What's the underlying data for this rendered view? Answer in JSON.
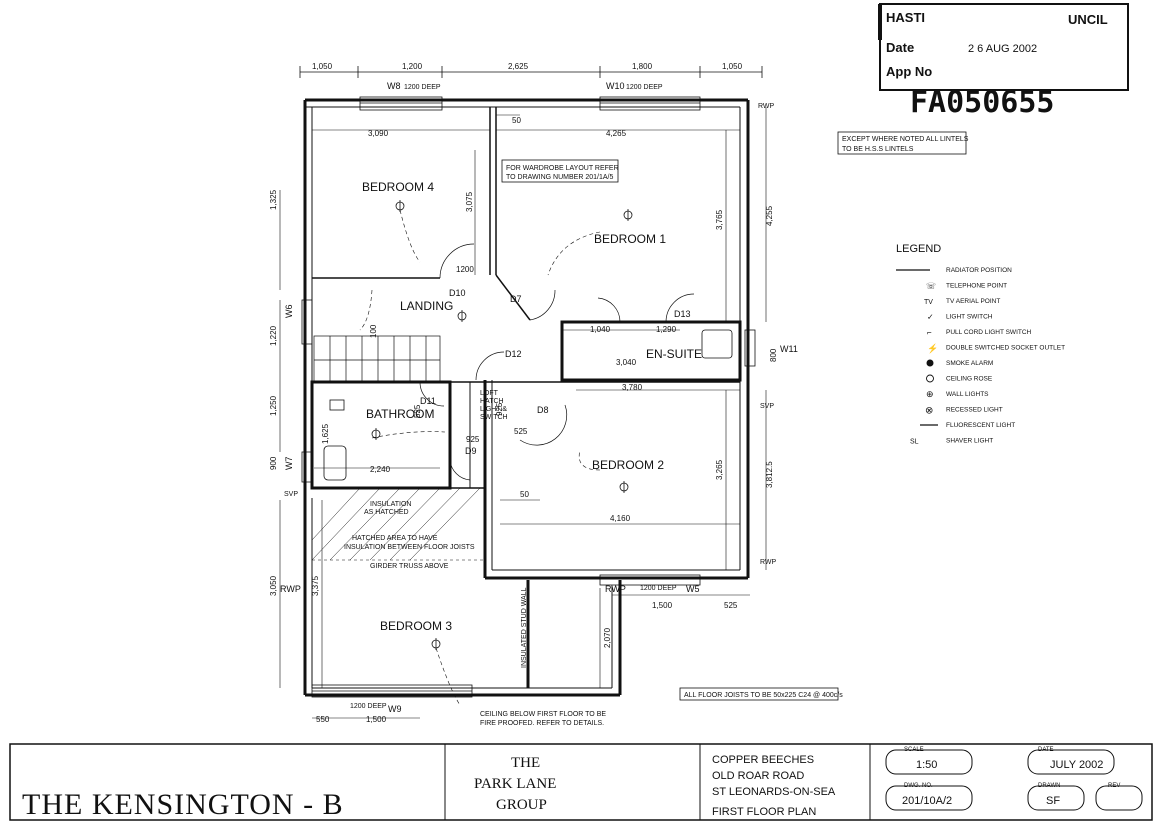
{
  "stamp": {
    "council_left": "HASTI",
    "council_right": "UNCIL",
    "date_label": "Date",
    "date_value": "2 6 AUG 2002",
    "app_label": "App No",
    "app_number": "FA050655"
  },
  "notes": {
    "lintels": [
      "EXCEPT WHERE NOTED ALL LINTELS",
      "TO BE H.S.S LINTELS"
    ],
    "wardrobe": [
      "FOR WARDROBE LAYOUT REFER",
      "TO DRAWING NUMBER 201/1A/5"
    ],
    "insulation": [
      "INSULATION",
      "AS HATCHED"
    ],
    "hatched": [
      "HATCHED AREA TO HAVE",
      "INSULATION BETWEEN FLOOR JOISTS"
    ],
    "girder": "GIRDER TRUSS ABOVE",
    "ceiling": [
      "CEILING BELOW FIRST FLOOR TO BE",
      "FIRE PROOFED. REFER TO DETAILS."
    ],
    "joists": "ALL FLOOR JOISTS TO BE 50x225 C24 @ 400c/s",
    "loft": [
      "LOFT",
      "HATCH",
      "LIGHT &",
      "SWITCH"
    ],
    "insulated_wall": "INSULATED STUD WALL"
  },
  "rooms": {
    "bedroom4": "BEDROOM 4",
    "bedroom1": "BEDROOM 1",
    "landing": "LANDING",
    "ensuite": "EN-SUITE",
    "bathroom": "BATHROOM",
    "bedroom2": "BEDROOM 2",
    "bedroom3": "BEDROOM 3"
  },
  "doors": [
    "D10",
    "D7",
    "D13",
    "D12",
    "D11",
    "D8",
    "D9"
  ],
  "windows": [
    "W8",
    "W10",
    "W5",
    "W6",
    "W7",
    "W9",
    "W11"
  ],
  "marks": {
    "rwp": "RWP",
    "svp": "SVP"
  },
  "dims": {
    "top": [
      "1,050",
      "1,200",
      "2,625",
      "1,800",
      "1,050"
    ],
    "w8_sub": "1200 DEEP",
    "w10_sub": "1200 DEEP",
    "w5_sub": "1200 DEEP",
    "w9_sub": "1200 DEEP",
    "d1": "3,090",
    "d2": "4,265",
    "d_50": "50",
    "d_3075": "3,075",
    "d_3765": "3,765",
    "d_4255": "4,255",
    "d_1325": "1,325",
    "d_1220": "1,220",
    "d_1040": "1,040",
    "d_1290": "1,290",
    "d_3040": "3,040",
    "d_3780": "3,780",
    "d_1250": "1,250",
    "d_1625": "1,625",
    "d_2240": "2,240",
    "d_4160": "4,160",
    "d_3265": "3,265",
    "d_3812": "3,812.5",
    "d_3375": "3,375",
    "d_3050": "3,050",
    "d_2070": "2,070",
    "d_1500": "1,500",
    "d_525": "525",
    "d_550": "550",
    "d_1500b": "1,500",
    "d_800": "800",
    "d_900": "900",
    "d_525b": "525",
    "d_925": "925",
    "d_925b": "925",
    "d_525c": "525",
    "d_1200": "1200",
    "d_100": "100"
  },
  "legend": {
    "title": "LEGEND",
    "items": [
      {
        "sym": "radiator",
        "label": "RADIATOR POSITION"
      },
      {
        "sym": "telephone",
        "label": "TELEPHONE POINT"
      },
      {
        "sym": "tv",
        "label": "TV AERIAL POINT"
      },
      {
        "sym": "switch",
        "label": "LIGHT SWITCH"
      },
      {
        "sym": "pullcord",
        "label": "PULL CORD LIGHT SWITCH"
      },
      {
        "sym": "socket",
        "label": "DOUBLE SWITCHED SOCKET OUTLET"
      },
      {
        "sym": "smoke",
        "label": "SMOKE ALARM"
      },
      {
        "sym": "rose",
        "label": "CEILING ROSE"
      },
      {
        "sym": "wall",
        "label": "WALL LIGHTS"
      },
      {
        "sym": "recessed",
        "label": "RECESSED LIGHT"
      },
      {
        "sym": "fluoro",
        "label": "FLUORESCENT LIGHT"
      },
      {
        "sym": "shaver",
        "label": "SHAVER LIGHT"
      }
    ],
    "tv_sym": "TV",
    "shaver_sym": "SL"
  },
  "title_block": {
    "title": "THE KENSINGTON - B",
    "company": [
      "THE",
      "PARK LANE",
      "GROUP"
    ],
    "address": [
      "COPPER BEECHES",
      "OLD ROAR ROAD",
      "ST LEONARDS-ON-SEA",
      "FIRST FLOOR PLAN"
    ],
    "scale_label": "SCALE",
    "scale": "1:50",
    "date_label": "DATE",
    "date": "JULY 2002",
    "dwg_label": "DWG. NO.",
    "dwg": "201/10A/2",
    "drawn_label": "DRAWN",
    "drawn": "SF",
    "rev_label": "REV"
  }
}
